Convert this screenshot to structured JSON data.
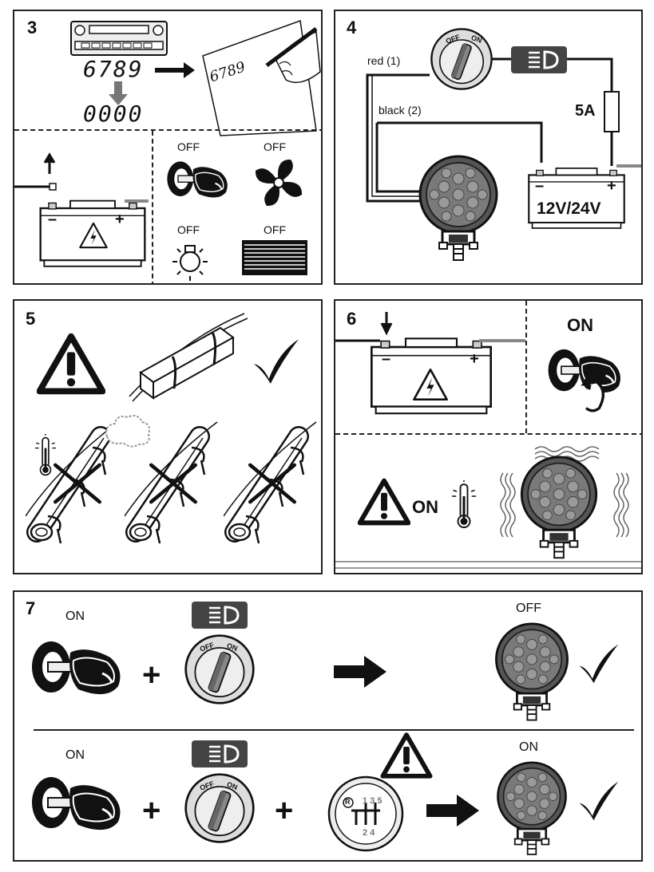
{
  "panels": {
    "p3": {
      "number": "3",
      "display_before": "6789",
      "display_after": "0000",
      "note_text": "6789",
      "off_labels": [
        "OFF",
        "OFF",
        "OFF",
        "OFF"
      ]
    },
    "p4": {
      "number": "4",
      "wire_red": "red (1)",
      "wire_black": "black (2)",
      "fuse": "5A",
      "battery_voltage": "12V/24V",
      "switch_off": "OFF",
      "switch_on": "ON",
      "minus": "–",
      "plus": "+"
    },
    "p5": {
      "number": "5"
    },
    "p6": {
      "number": "6",
      "ignition_on": "ON",
      "warning_on": "ON",
      "minus": "–",
      "plus": "+"
    },
    "p7": {
      "number": "7",
      "row1": {
        "ignition": "ON",
        "lamp_state": "OFF",
        "plus1": "+"
      },
      "row2": {
        "ignition": "ON",
        "lamp_state": "ON",
        "plus1": "+",
        "plus2": "+",
        "gear_top": "1 3 5",
        "gear_bottom": "2 4",
        "gear_reverse": "R"
      },
      "switch_off": "OFF",
      "switch_on": "ON"
    }
  },
  "icons": [
    "radio-icon",
    "arrow-right-icon",
    "arrow-down-icon",
    "pen-hand-icon",
    "battery-icon",
    "key-icon",
    "fan-icon",
    "bulb-icon",
    "heater-icon",
    "rotary-switch-icon",
    "headlight-icon",
    "fuse-icon",
    "work-lamp-icon",
    "warning-icon",
    "check-icon",
    "cable-tie-icon",
    "thermometer-icon",
    "cross-icon",
    "gear-shift-icon"
  ]
}
